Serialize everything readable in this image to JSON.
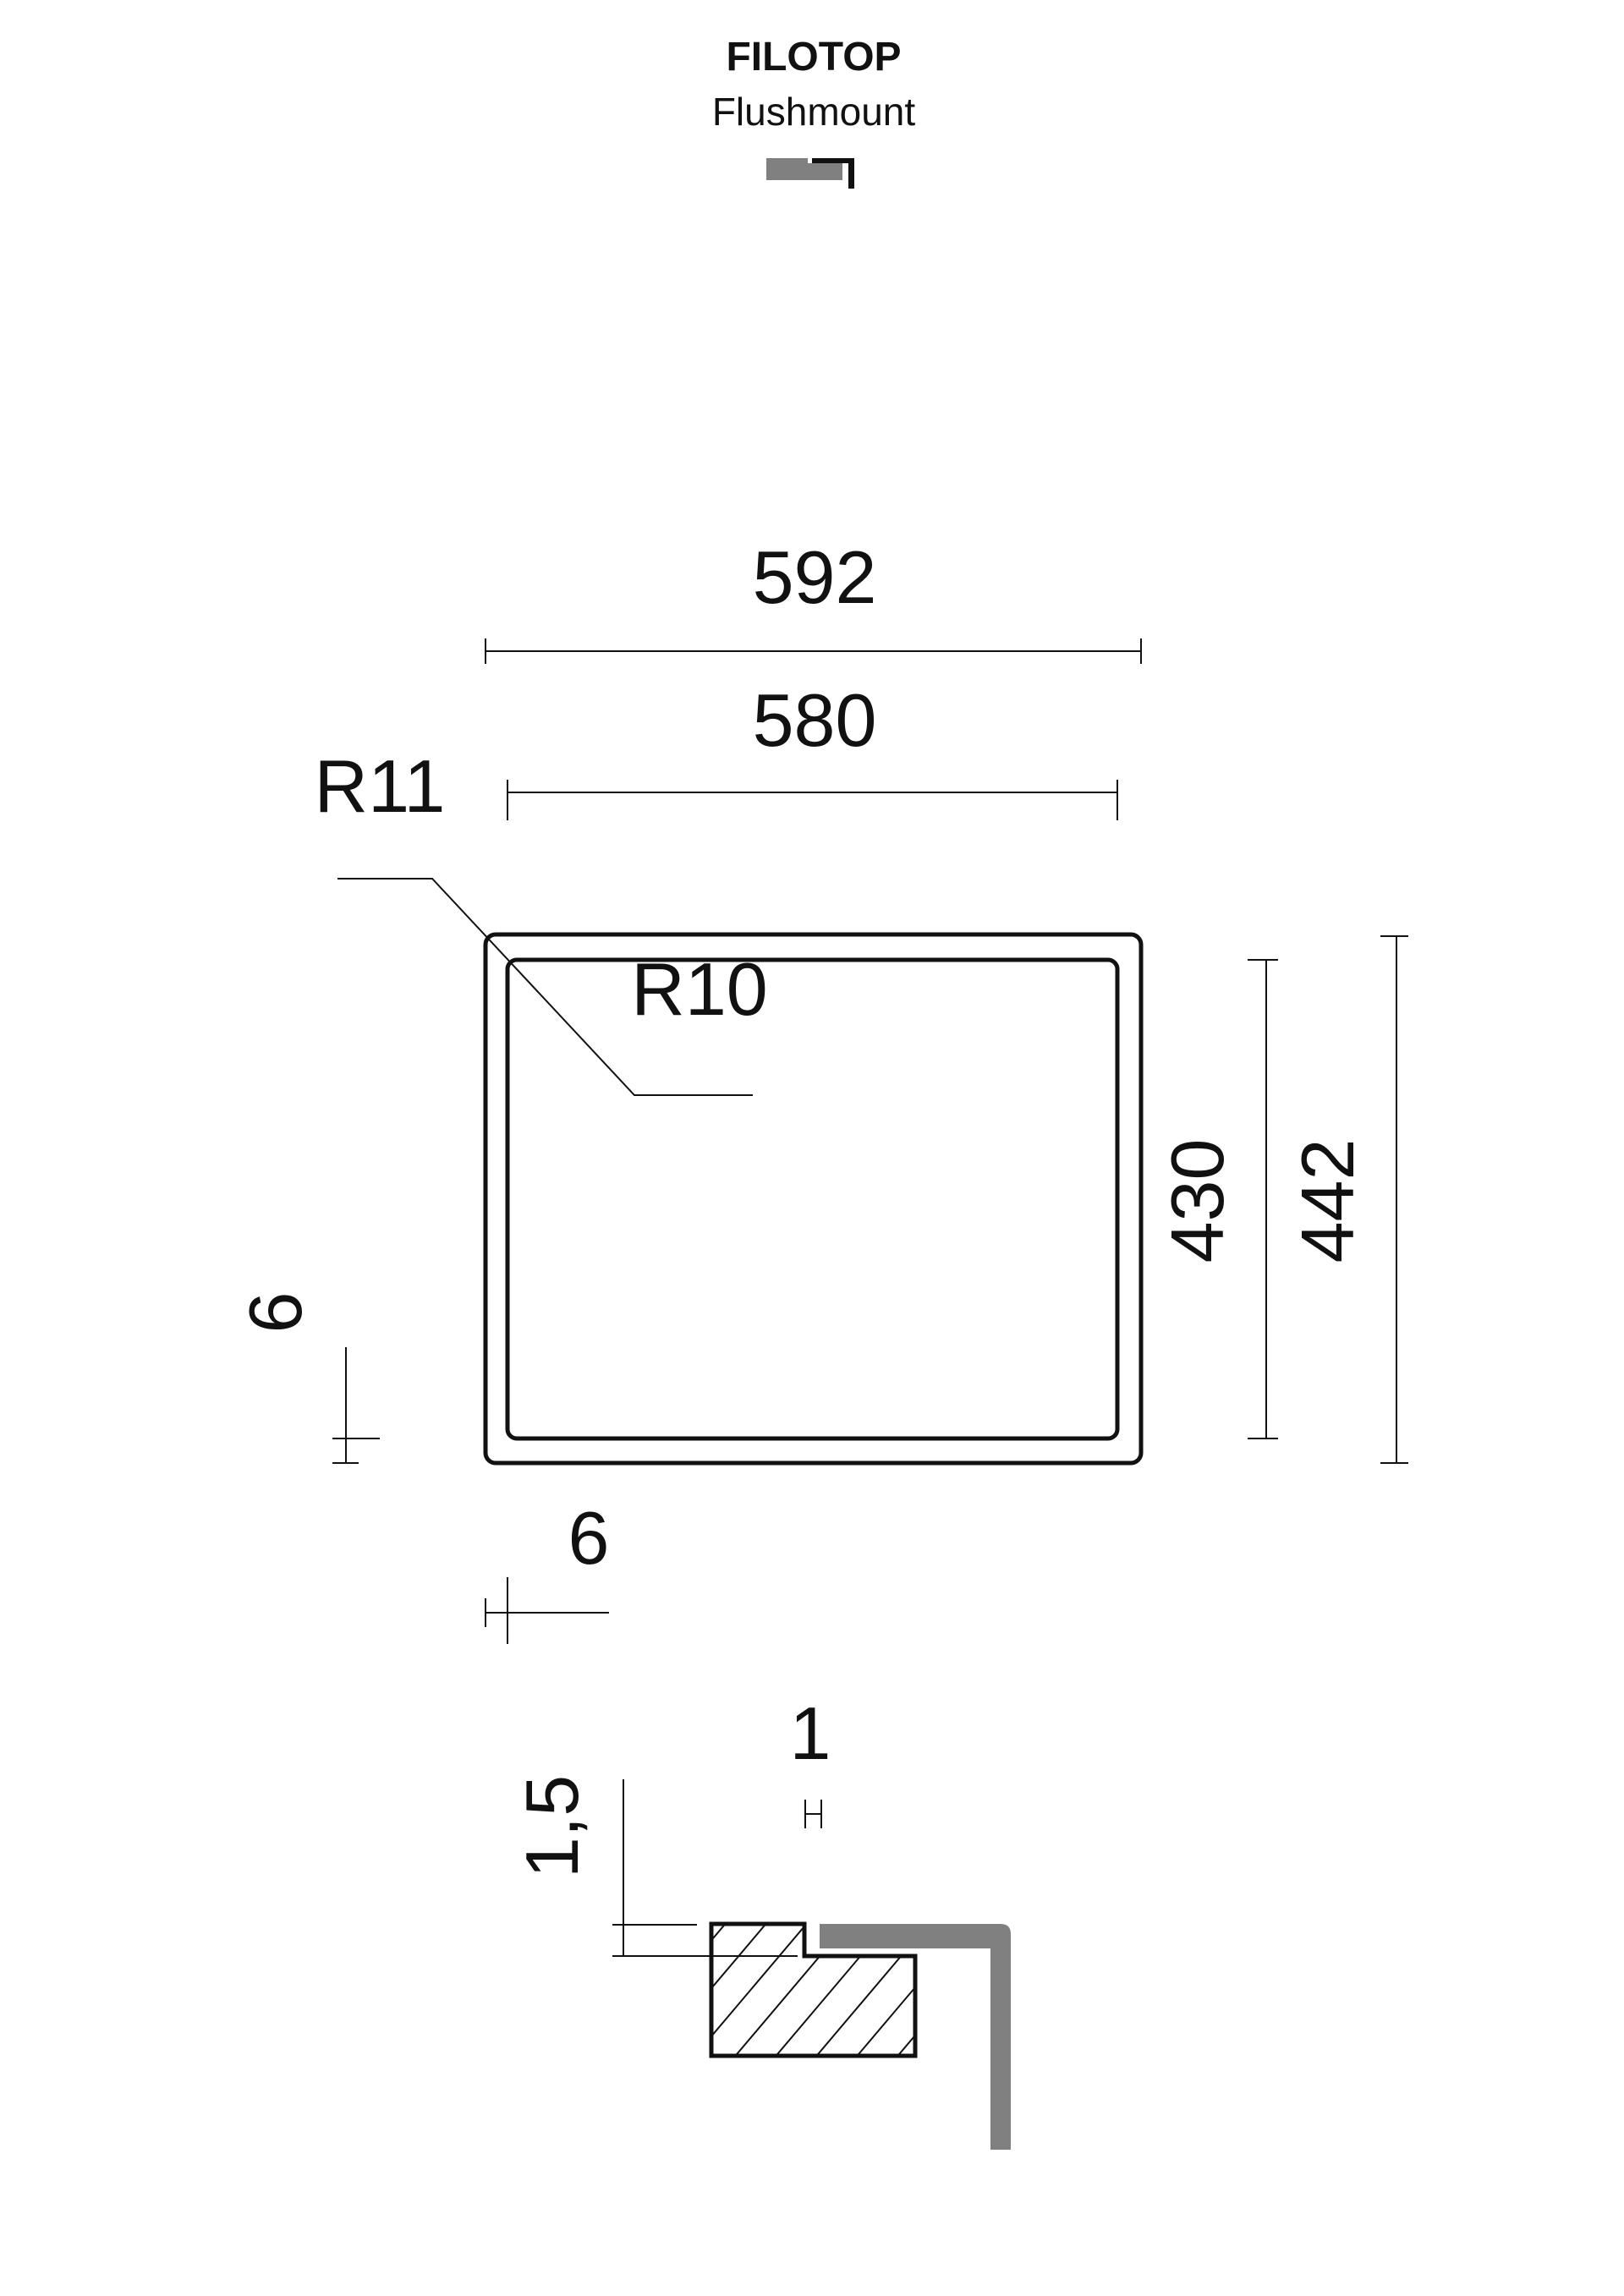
{
  "header": {
    "title": "FILOTOP",
    "subtitle": "Flushmount"
  },
  "plan": {
    "overall_width": "592",
    "inner_width": "580",
    "outer_radius": "R11",
    "inner_radius": "R10",
    "inner_height": "430",
    "overall_height": "442",
    "flange_vertical": "6",
    "flange_horizontal": "6"
  },
  "section": {
    "gap": "1",
    "step_height": "1,5"
  },
  "colors": {
    "line": "#111111",
    "gray": "#808080"
  }
}
